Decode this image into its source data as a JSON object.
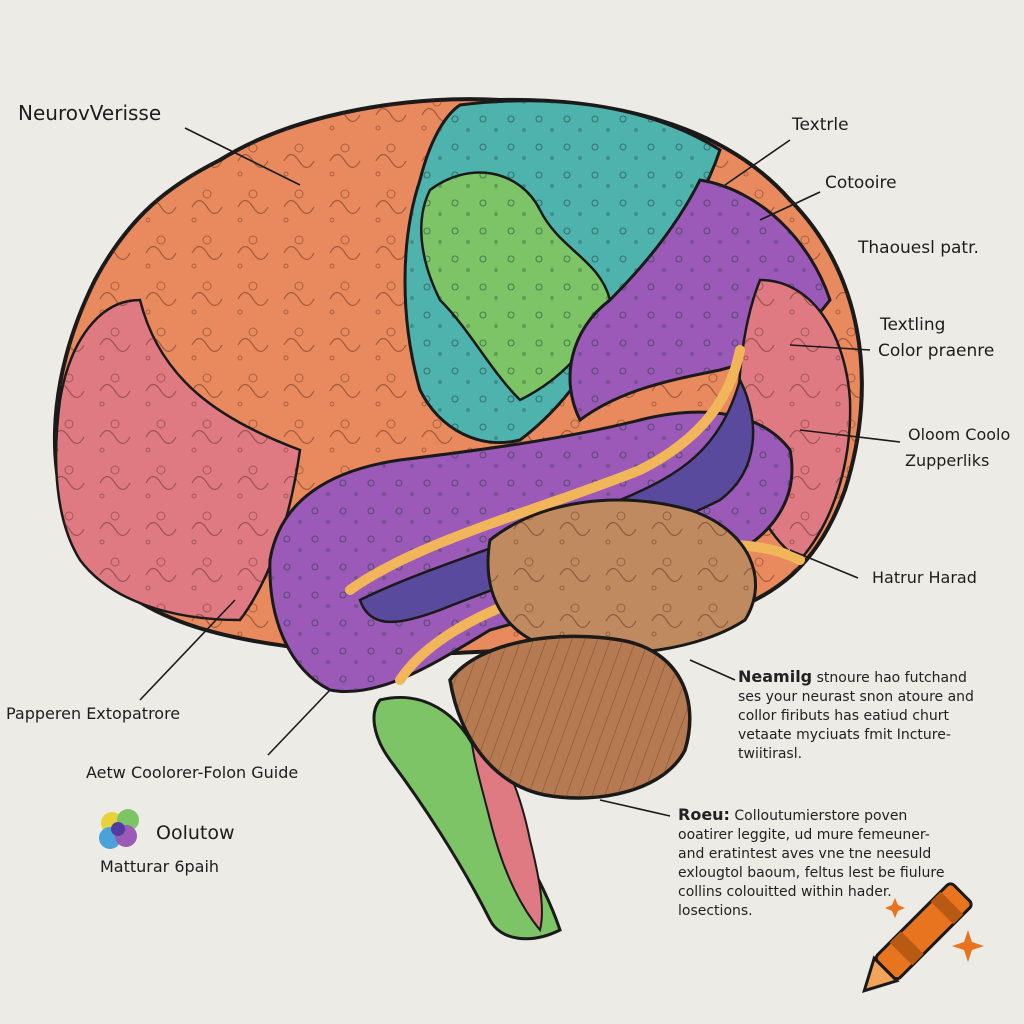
{
  "labels": {
    "neuroverisse": "NeurovVerisse",
    "textrle": "Textrle",
    "cotooire": "Cotooire",
    "thaouesl": "Thaouesl patr.",
    "texting": "Textling",
    "color_praenre": "Color praenre",
    "oloom": "Oloom Coolo",
    "zupperliks": "Zupperliks",
    "hatrur": "Hatrur Harad",
    "papperen": "Papperen Extopatrore",
    "aetw_guide": "Aetw Coolorer-Folon Guide",
    "oolutow": "Oolutow",
    "mattur": "Matturar 6paih"
  },
  "desc1": {
    "title": "Neamilg",
    "lines": [
      "stnoure hao futchand",
      "ses your neurast snon atoure and",
      "collor fiributs has eatiud churt",
      "vetaate myciuats fmit Incture-",
      "twiitirasl."
    ]
  },
  "desc2": {
    "title": "Roeu:",
    "lines": [
      "Colloutumierstore poven",
      "ooatirer leggite, ud mure femeuner-",
      "and eratintest aves vne tne neesuld",
      "exlougtol baoum, feltus lest be fiulure",
      "collins colouitted within hader.",
      "losections."
    ]
  },
  "colors": {
    "orange": "#e98a5e",
    "pink": "#e07a82",
    "teal": "#4fb3ad",
    "green": "#7cc466",
    "purple": "#9b5ab8",
    "brown": "#b57a52",
    "indigo": "#5a4a9e",
    "crayon": "#e8741f"
  },
  "icons": [
    "palette-icon",
    "crayon-icon",
    "sparkle-icon"
  ]
}
